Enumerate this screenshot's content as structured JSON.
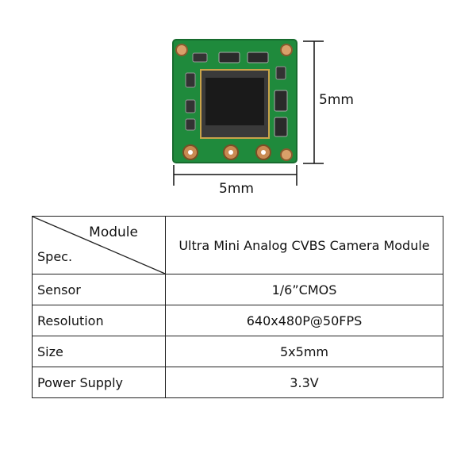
{
  "dimensions": {
    "height": "5mm",
    "width": "5mm"
  },
  "table": {
    "header": {
      "corner_top": "Module",
      "corner_bottom": "Spec.",
      "product": "Ultra Mini Analog CVBS Camera Module"
    },
    "rows": [
      {
        "label": "Sensor",
        "value": "1/6”CMOS"
      },
      {
        "label": "Resolution",
        "value": "640x480P@50FPS"
      },
      {
        "label": "Size",
        "value": "5x5mm"
      },
      {
        "label": "Power Supply",
        "value": "3.3V"
      }
    ]
  },
  "colors": {
    "pcb": "#1f8a3c",
    "sensor": "#1a1a1a",
    "pad": "#c98a52"
  }
}
